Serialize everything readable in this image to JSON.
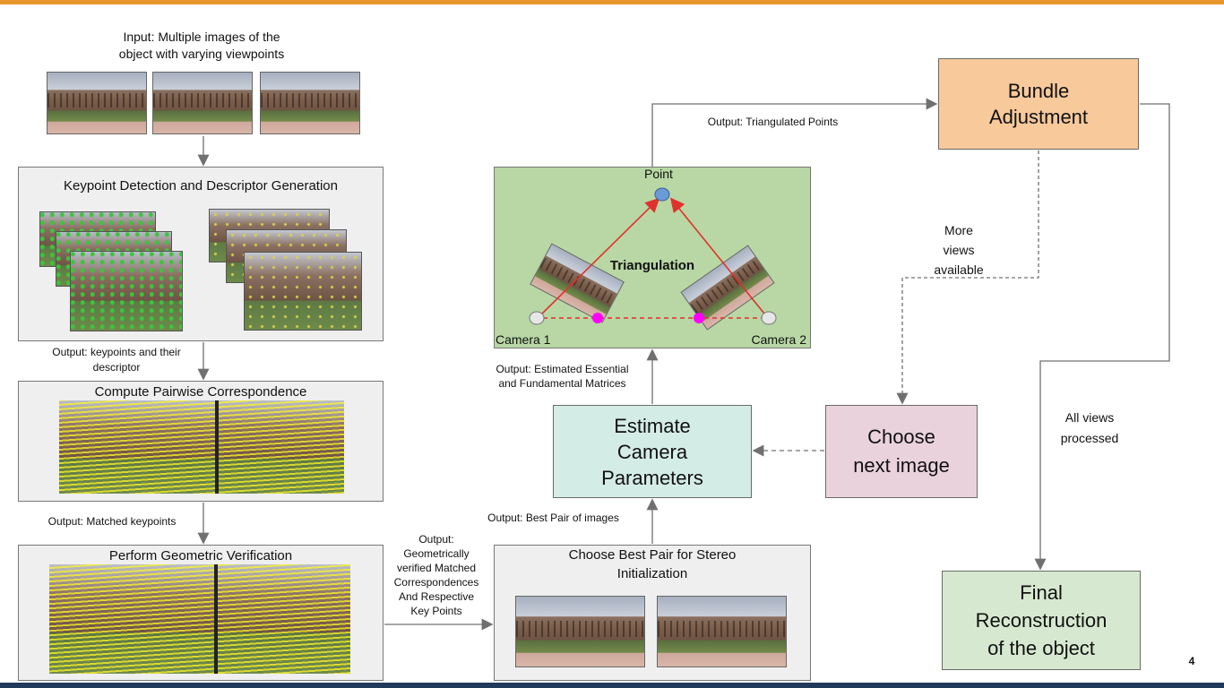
{
  "input": {
    "line1": "Input: Multiple images of the",
    "line2": "object with varying viewpoints"
  },
  "keypoint_box": {
    "title": "Keypoint Detection and Descriptor Generation"
  },
  "output_keypoints": {
    "line1": "Output: keypoints and their",
    "line2": "descriptor"
  },
  "pairwise_box": {
    "title": "Compute Pairwise Correspondence"
  },
  "output_matched": {
    "text": "Output: Matched keypoints"
  },
  "geometric_box": {
    "title": "Perform Geometric Verification"
  },
  "output_geometric": {
    "line1": "Output:",
    "line2": "Geometrically",
    "line3": "verified Matched",
    "line4": "Correspondences",
    "line5": "And Respective",
    "line6": "Key Points"
  },
  "best_pair_box": {
    "line1": "Choose Best Pair for Stereo",
    "line2": "Initialization"
  },
  "output_best_pair": {
    "text": "Output: Best Pair of images"
  },
  "estimate_box": {
    "line1": "Estimate",
    "line2": "Camera",
    "line3": "Parameters",
    "color": "#d4ece6"
  },
  "output_essential": {
    "line1": "Output: Estimated Essential",
    "line2": "and Fundamental Matrices"
  },
  "triangulation_box": {
    "title": "Triangulation",
    "point_label": "Point",
    "camera1_label": "Camera 1",
    "camera2_label": "Camera 2",
    "color": "#b8d7a4"
  },
  "output_triangulated": {
    "text": "Output: Triangulated Points"
  },
  "bundle_box": {
    "line1": "Bundle",
    "line2": "Adjustment",
    "color": "#f7c99b"
  },
  "more_views": {
    "line1": "More",
    "line2": "views",
    "line3": "available"
  },
  "choose_next_box": {
    "line1": "Choose",
    "line2": "next image",
    "color": "#ead2dd"
  },
  "all_views": {
    "line1": "All views",
    "line2": "processed"
  },
  "final_box": {
    "line1": "Final",
    "line2": "Reconstruction",
    "line3": "of the object",
    "color": "#d6e9d0"
  },
  "slide_number": "4",
  "colors": {
    "accent_top": "#e8962e",
    "footer": "#1f3a5c",
    "arrow": "#707070",
    "triangle_lines": "#e0322c",
    "projection_dot": "#ff00ff",
    "point_dot": "#6a9ad8"
  }
}
